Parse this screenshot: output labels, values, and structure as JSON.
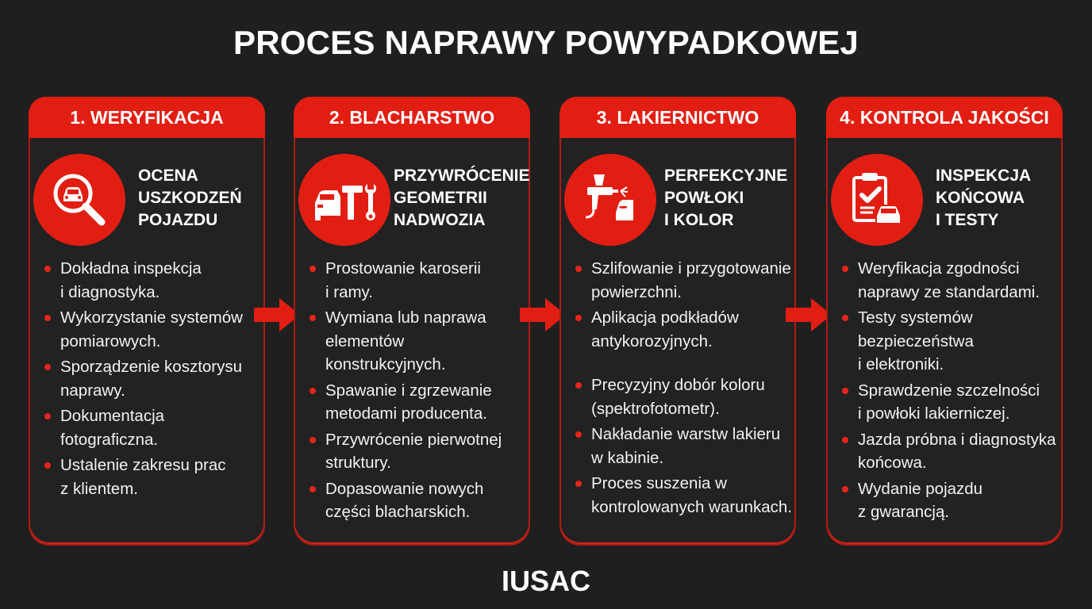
{
  "title": "PROCES NAPRAWY POWYPADKOWEJ",
  "footer": "IUSAC",
  "colors": {
    "background": "#1f1f1f",
    "accent": "#e21e13",
    "text": "#ffffff"
  },
  "steps": [
    {
      "header": "1. WERYFIKACJA",
      "icon": "magnifier-car-icon",
      "subtitle_lines": [
        "OCENA",
        "USZKODZEŃ",
        "POJAZDU"
      ],
      "bullets": [
        [
          "Dokładna inspekcja",
          "i diagnostyka."
        ],
        [
          "Wykorzystanie systemów",
          "pomiarowych."
        ],
        [
          "Sporządzenie kosztorysu",
          "naprawy."
        ],
        [
          "Dokumentacja",
          "fotograficzna."
        ],
        [
          "Ustalenie zakresu prac",
          "z klientem."
        ]
      ]
    },
    {
      "header": "2. BLACHARSTWO",
      "icon": "car-hammer-wrench-icon",
      "subtitle_lines": [
        "PRZYWRÓCENIE",
        "GEOMETRII",
        "NADWOZIA"
      ],
      "bullets": [
        [
          "Prostowanie karoserii",
          "i ramy."
        ],
        [
          "Wymiana lub naprawa",
          "elementów",
          "konstrukcyjnych."
        ],
        [
          "Spawanie i zgrzewanie",
          "metodami producenta."
        ],
        [
          "Przywrócenie pierwotnej",
          "struktury."
        ],
        [
          "Dopasowanie nowych",
          "części blacharskich."
        ]
      ]
    },
    {
      "header": "3. LAKIERNICTWO",
      "icon": "spray-gun-car-icon",
      "subtitle_lines": [
        "PERFEKCYJNE",
        "POWŁOKI",
        "I KOLOR"
      ],
      "bullets": [
        [
          "Szlifowanie i przygotowanie",
          "powierzchni."
        ],
        [
          "Aplikacja podkładów",
          "antykorozyjnych."
        ],
        [
          "Precyzyjny dobór koloru",
          "(spektrofotometr)."
        ],
        [
          "Nakładanie warstw lakieru",
          "w kabinie."
        ],
        [
          "Proces suszenia w",
          "kontrolowanych warunkach."
        ]
      ]
    },
    {
      "header": "4. KONTROLA JAKOŚCI",
      "icon": "clipboard-check-car-icon",
      "subtitle_lines": [
        "INSPEKCJA",
        "KOŃCOWA",
        "I TESTY"
      ],
      "bullets": [
        [
          "Weryfikacja zgodności",
          "naprawy ze standardami."
        ],
        [
          "Testy systemów",
          "bezpieczeństwa",
          "i elektroniki."
        ],
        [
          "Sprawdzenie szczelności",
          "i powłoki lakierniczej."
        ],
        [
          "Jazda próbna i diagnostyka",
          "końcowa."
        ],
        [
          "Wydanie pojazdu",
          "z gwarancją."
        ]
      ]
    }
  ]
}
